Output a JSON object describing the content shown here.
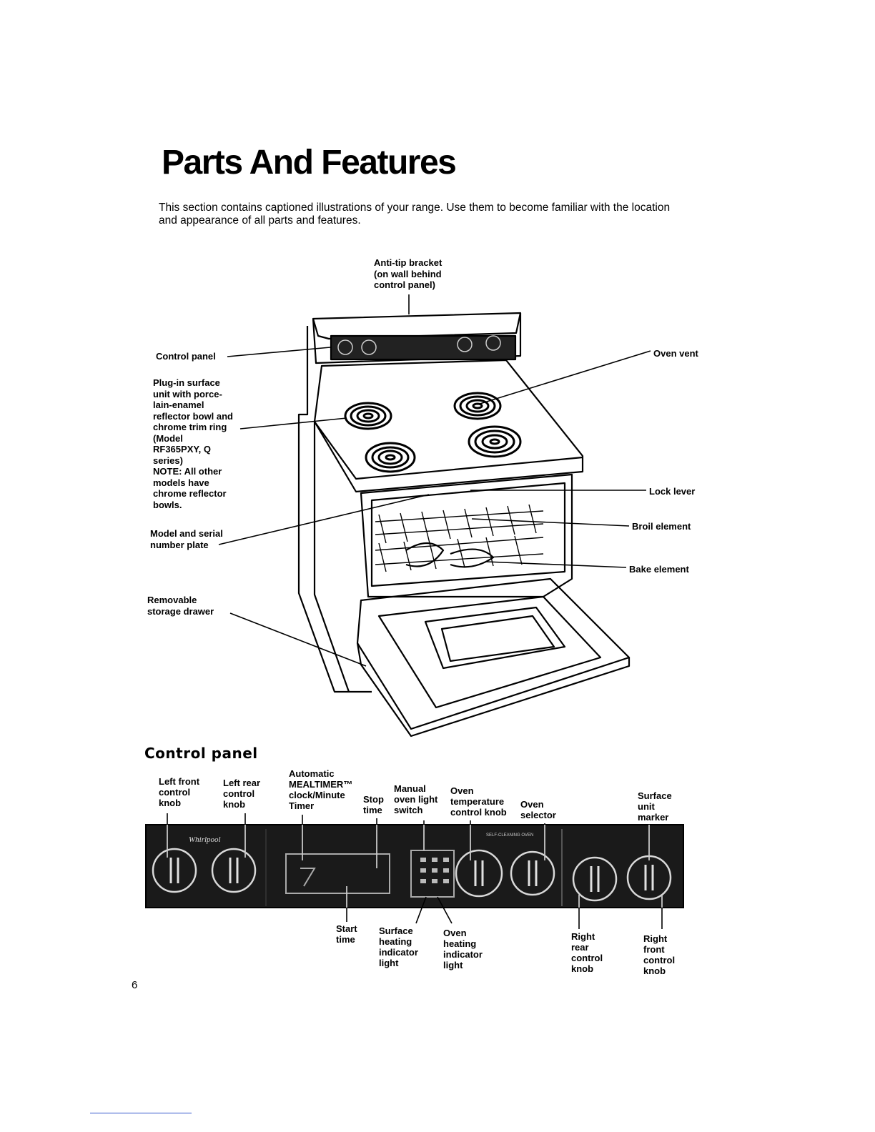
{
  "page": {
    "title": "Parts And Features",
    "intro": "This section contains captioned illustrations of your range. Use them to become familiar with the location and appearance of all parts and features.",
    "page_number": "6"
  },
  "range_labels": {
    "anti_tip": "Anti-tip bracket\n(on wall behind\ncontrol panel)",
    "control_panel": "Control panel",
    "plug_in": "Plug-in surface\nunit with porce-\nlain-enamel\nreflector bowl and\nchrome trim ring\n(Model\nRF365PXY, Q\nseries)\nNOTE: All other\nmodels have\nchrome reflector\nbowls.",
    "model_serial": "Model and serial\nnumber plate",
    "storage_drawer": "Removable\nstorage drawer",
    "oven_vent": "Oven vent",
    "lock_lever": "Lock lever",
    "broil_element": "Broil element",
    "bake_element": "Bake element"
  },
  "control_panel": {
    "heading": "Control panel",
    "top_labels": {
      "left_front": "Left front\ncontrol\nknob",
      "left_rear": "Left rear\ncontrol\nknob",
      "clock": "Automatic\nMEALTIMER™\nclock/Minute\nTimer",
      "stop_time": "Stop\ntime",
      "oven_light": "Manual\noven light\nswitch",
      "oven_temp": "Oven\ntemperature\ncontrol knob",
      "oven_selector": "Oven\nselector",
      "surface_marker": "Surface\nunit\nmarker"
    },
    "bottom_labels": {
      "start_time": "Start\ntime",
      "surface_indicator": "Surface\nheating\nindicator\nlight",
      "oven_indicator": "Oven\nheating\nindicator\nlight",
      "right_rear": "Right\nrear\ncontrol\nknob",
      "right_front": "Right\nfront\ncontrol\nknob"
    },
    "panel_text": {
      "brand": "Whirlpool",
      "self_clean": "SELF-CLEANING OVEN"
    }
  }
}
